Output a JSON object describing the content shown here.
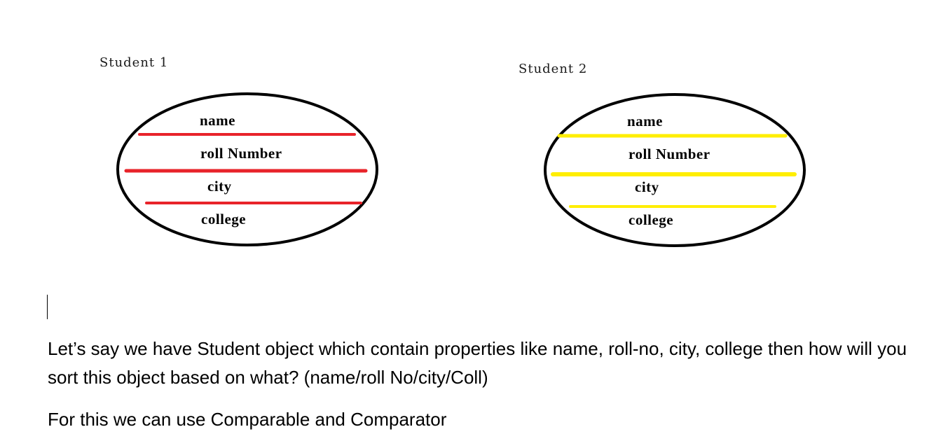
{
  "students": [
    {
      "title": "Student 1",
      "fields": [
        "name",
        "roll Number",
        "city",
        "college"
      ],
      "divider_color": "#e8232a"
    },
    {
      "title": "Student 2",
      "fields": [
        "name",
        "roll Number",
        "city",
        "college"
      ],
      "divider_color": "#ffee00"
    }
  ],
  "paragraphs": {
    "question": "Let’s say we have Student object which contain properties like name, roll-no, city, college then how will you sort this object based on what? (name/roll No/city/Coll)",
    "answer": "For this we can use Comparable and Comparator"
  }
}
